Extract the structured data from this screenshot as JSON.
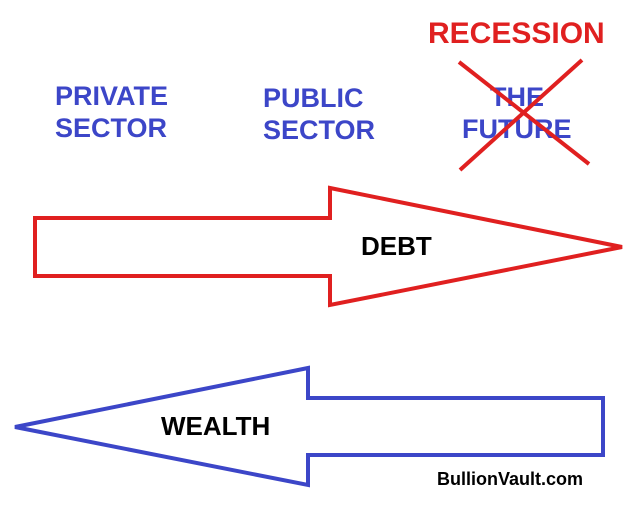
{
  "labels": {
    "private_sector": [
      "PRIVATE",
      "SECTOR"
    ],
    "public_sector": [
      "PUBLIC",
      "SECTOR"
    ],
    "the_future": [
      "THE",
      "FUTURE"
    ],
    "recession": "RECESSION"
  },
  "arrows": {
    "debt": "DEBT",
    "wealth": "WEALTH"
  },
  "watermark": "BullionVault.com",
  "colors": {
    "text_blue": "#3c46c8",
    "debt_arrow": "#e02020",
    "wealth_arrow": "#3c46c8",
    "cross_out": "#e02020"
  }
}
